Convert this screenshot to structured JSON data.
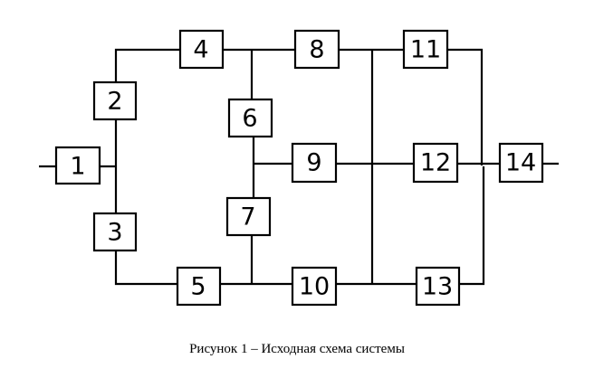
{
  "diagram": {
    "blocks": [
      {
        "id": "1",
        "label": "1"
      },
      {
        "id": "2",
        "label": "2"
      },
      {
        "id": "3",
        "label": "3"
      },
      {
        "id": "4",
        "label": "4"
      },
      {
        "id": "5",
        "label": "5"
      },
      {
        "id": "6",
        "label": "6"
      },
      {
        "id": "7",
        "label": "7"
      },
      {
        "id": "8",
        "label": "8"
      },
      {
        "id": "9",
        "label": "9"
      },
      {
        "id": "10",
        "label": "10"
      },
      {
        "id": "11",
        "label": "11"
      },
      {
        "id": "12",
        "label": "12"
      },
      {
        "id": "13",
        "label": "13"
      },
      {
        "id": "14",
        "label": "14"
      }
    ]
  },
  "caption": "Рисунок 1 – Исходная схема системы"
}
